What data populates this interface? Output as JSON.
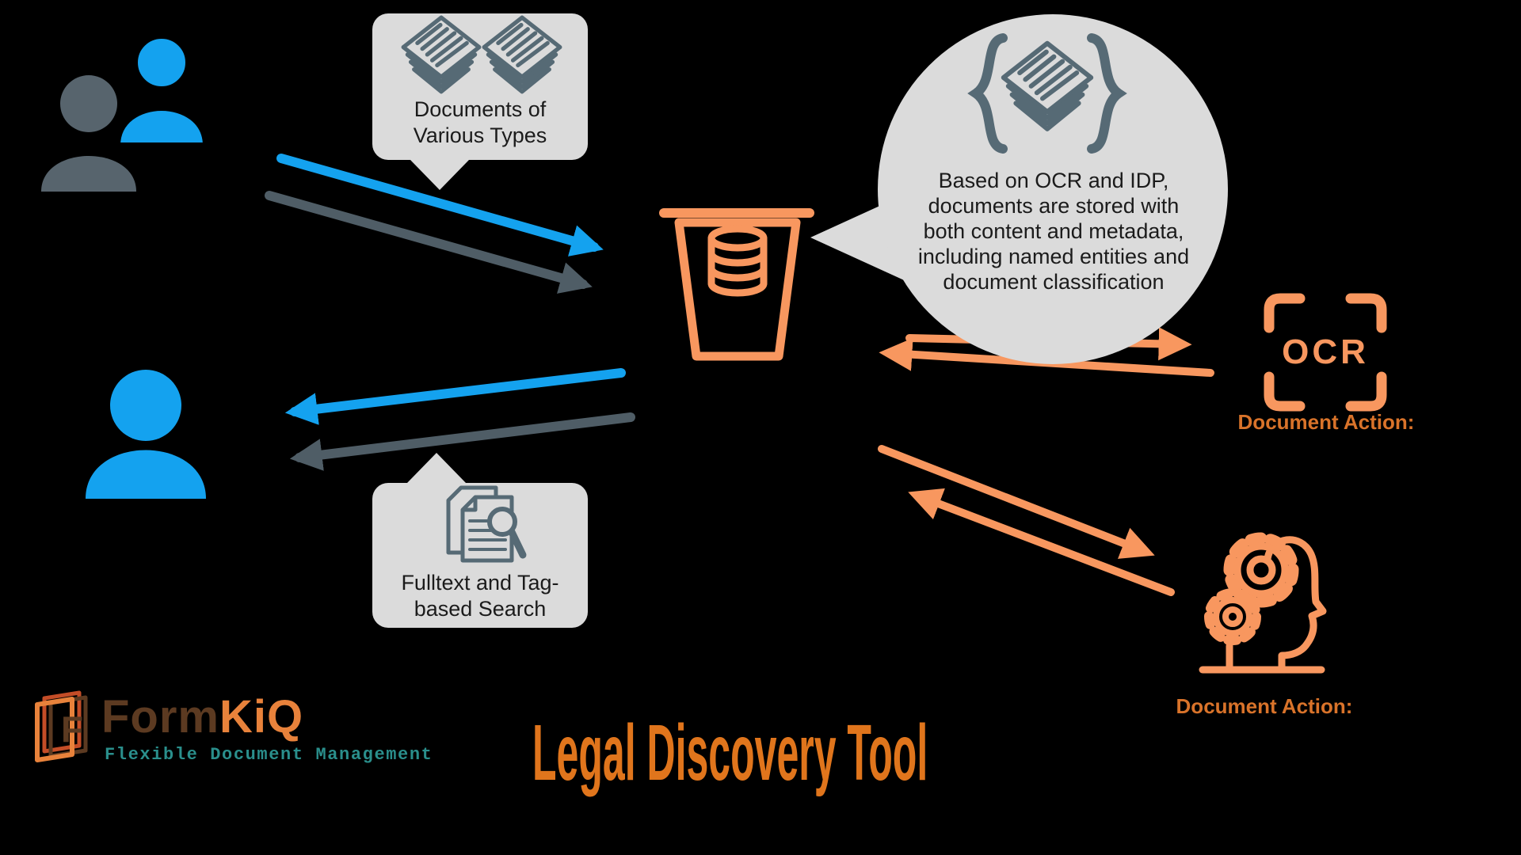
{
  "title": "Legal Discovery Tool",
  "branding": {
    "logo_form": "Form",
    "logo_kiq": "KiQ",
    "logo_mark_letter": "F",
    "tagline": "Flexible Document Management"
  },
  "bubbles": {
    "documents": {
      "lines": [
        "Documents of",
        "Various Types"
      ]
    },
    "storage_note": {
      "lines": [
        "Based on OCR and IDP,",
        "documents are stored with",
        "both content and metadata,",
        "including named entities and",
        "document classification"
      ]
    },
    "search": {
      "lines": [
        "Fulltext and Tag-",
        "based Search"
      ]
    }
  },
  "actions": {
    "ocr": {
      "icon_text": "OCR",
      "label": "Document Action:"
    },
    "processing": {
      "label": "Document Action:"
    }
  },
  "icons": {
    "users_group": "two-users-icon",
    "single_user": "user-icon",
    "bucket": "storage-bucket-database-icon",
    "document_stack": "document-stack-icon",
    "braces": "code-braces-icon",
    "search_docs": "document-search-icon",
    "ocr_frame": "ocr-scan-frame-icon",
    "head_gears": "head-gears-processing-icon"
  },
  "colors": {
    "background": "#000000",
    "accent_orange": "#F8975F",
    "deep_orange_label": "#D9732A",
    "title_orange": "#E0751C",
    "blue": "#14A2EF",
    "slate_arrow": "#4F5D66",
    "user_gray": "#57646D",
    "icon_slate": "#566A75",
    "bubble_gray": "#DBDBDB",
    "logo_brown": "#5C3A21",
    "logo_orange": "#E8823B",
    "tagline_teal": "#2A8F8C"
  }
}
